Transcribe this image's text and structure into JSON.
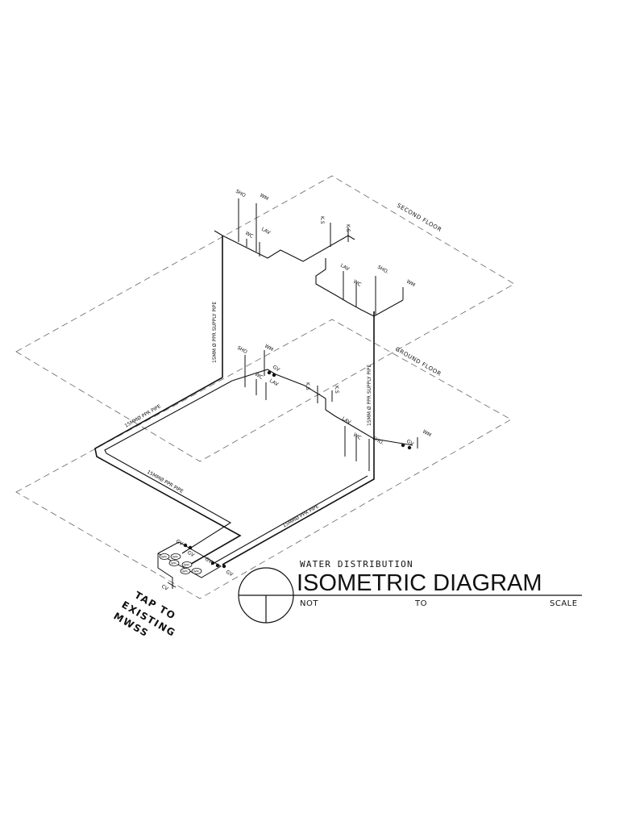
{
  "floors": {
    "second": "SECOND FLOOR",
    "ground": "GROUND FLOOR"
  },
  "pipes": {
    "supply_left": "15MM Ø PPR SUPPLY PIPE",
    "supply_right": "15MM Ø PPR SUPPLY PIPE",
    "ppr_1": "15MMØ PPR PIPE",
    "ppr_2": "15MMØ PPR PIPE",
    "ppr_3": "15MMØ PPR PIPE"
  },
  "fixtures": {
    "sho": "SHO",
    "sho_dot": "SHO.",
    "wm": "WM",
    "wc": "WC",
    "lav": "LAV",
    "ks": "K.S",
    "gv": "GV",
    "cv": "CV",
    "meter": "WM"
  },
  "tap": {
    "line1": "TAP TO",
    "line2": "EXISTING",
    "line3": "MWSS"
  },
  "title_block": {
    "subtitle": "WATER DISTRIBUTION",
    "title": "ISOMETRIC DIAGRAM",
    "scale_not": "NOT",
    "scale_to": "TO",
    "scale_scale": "SCALE"
  }
}
